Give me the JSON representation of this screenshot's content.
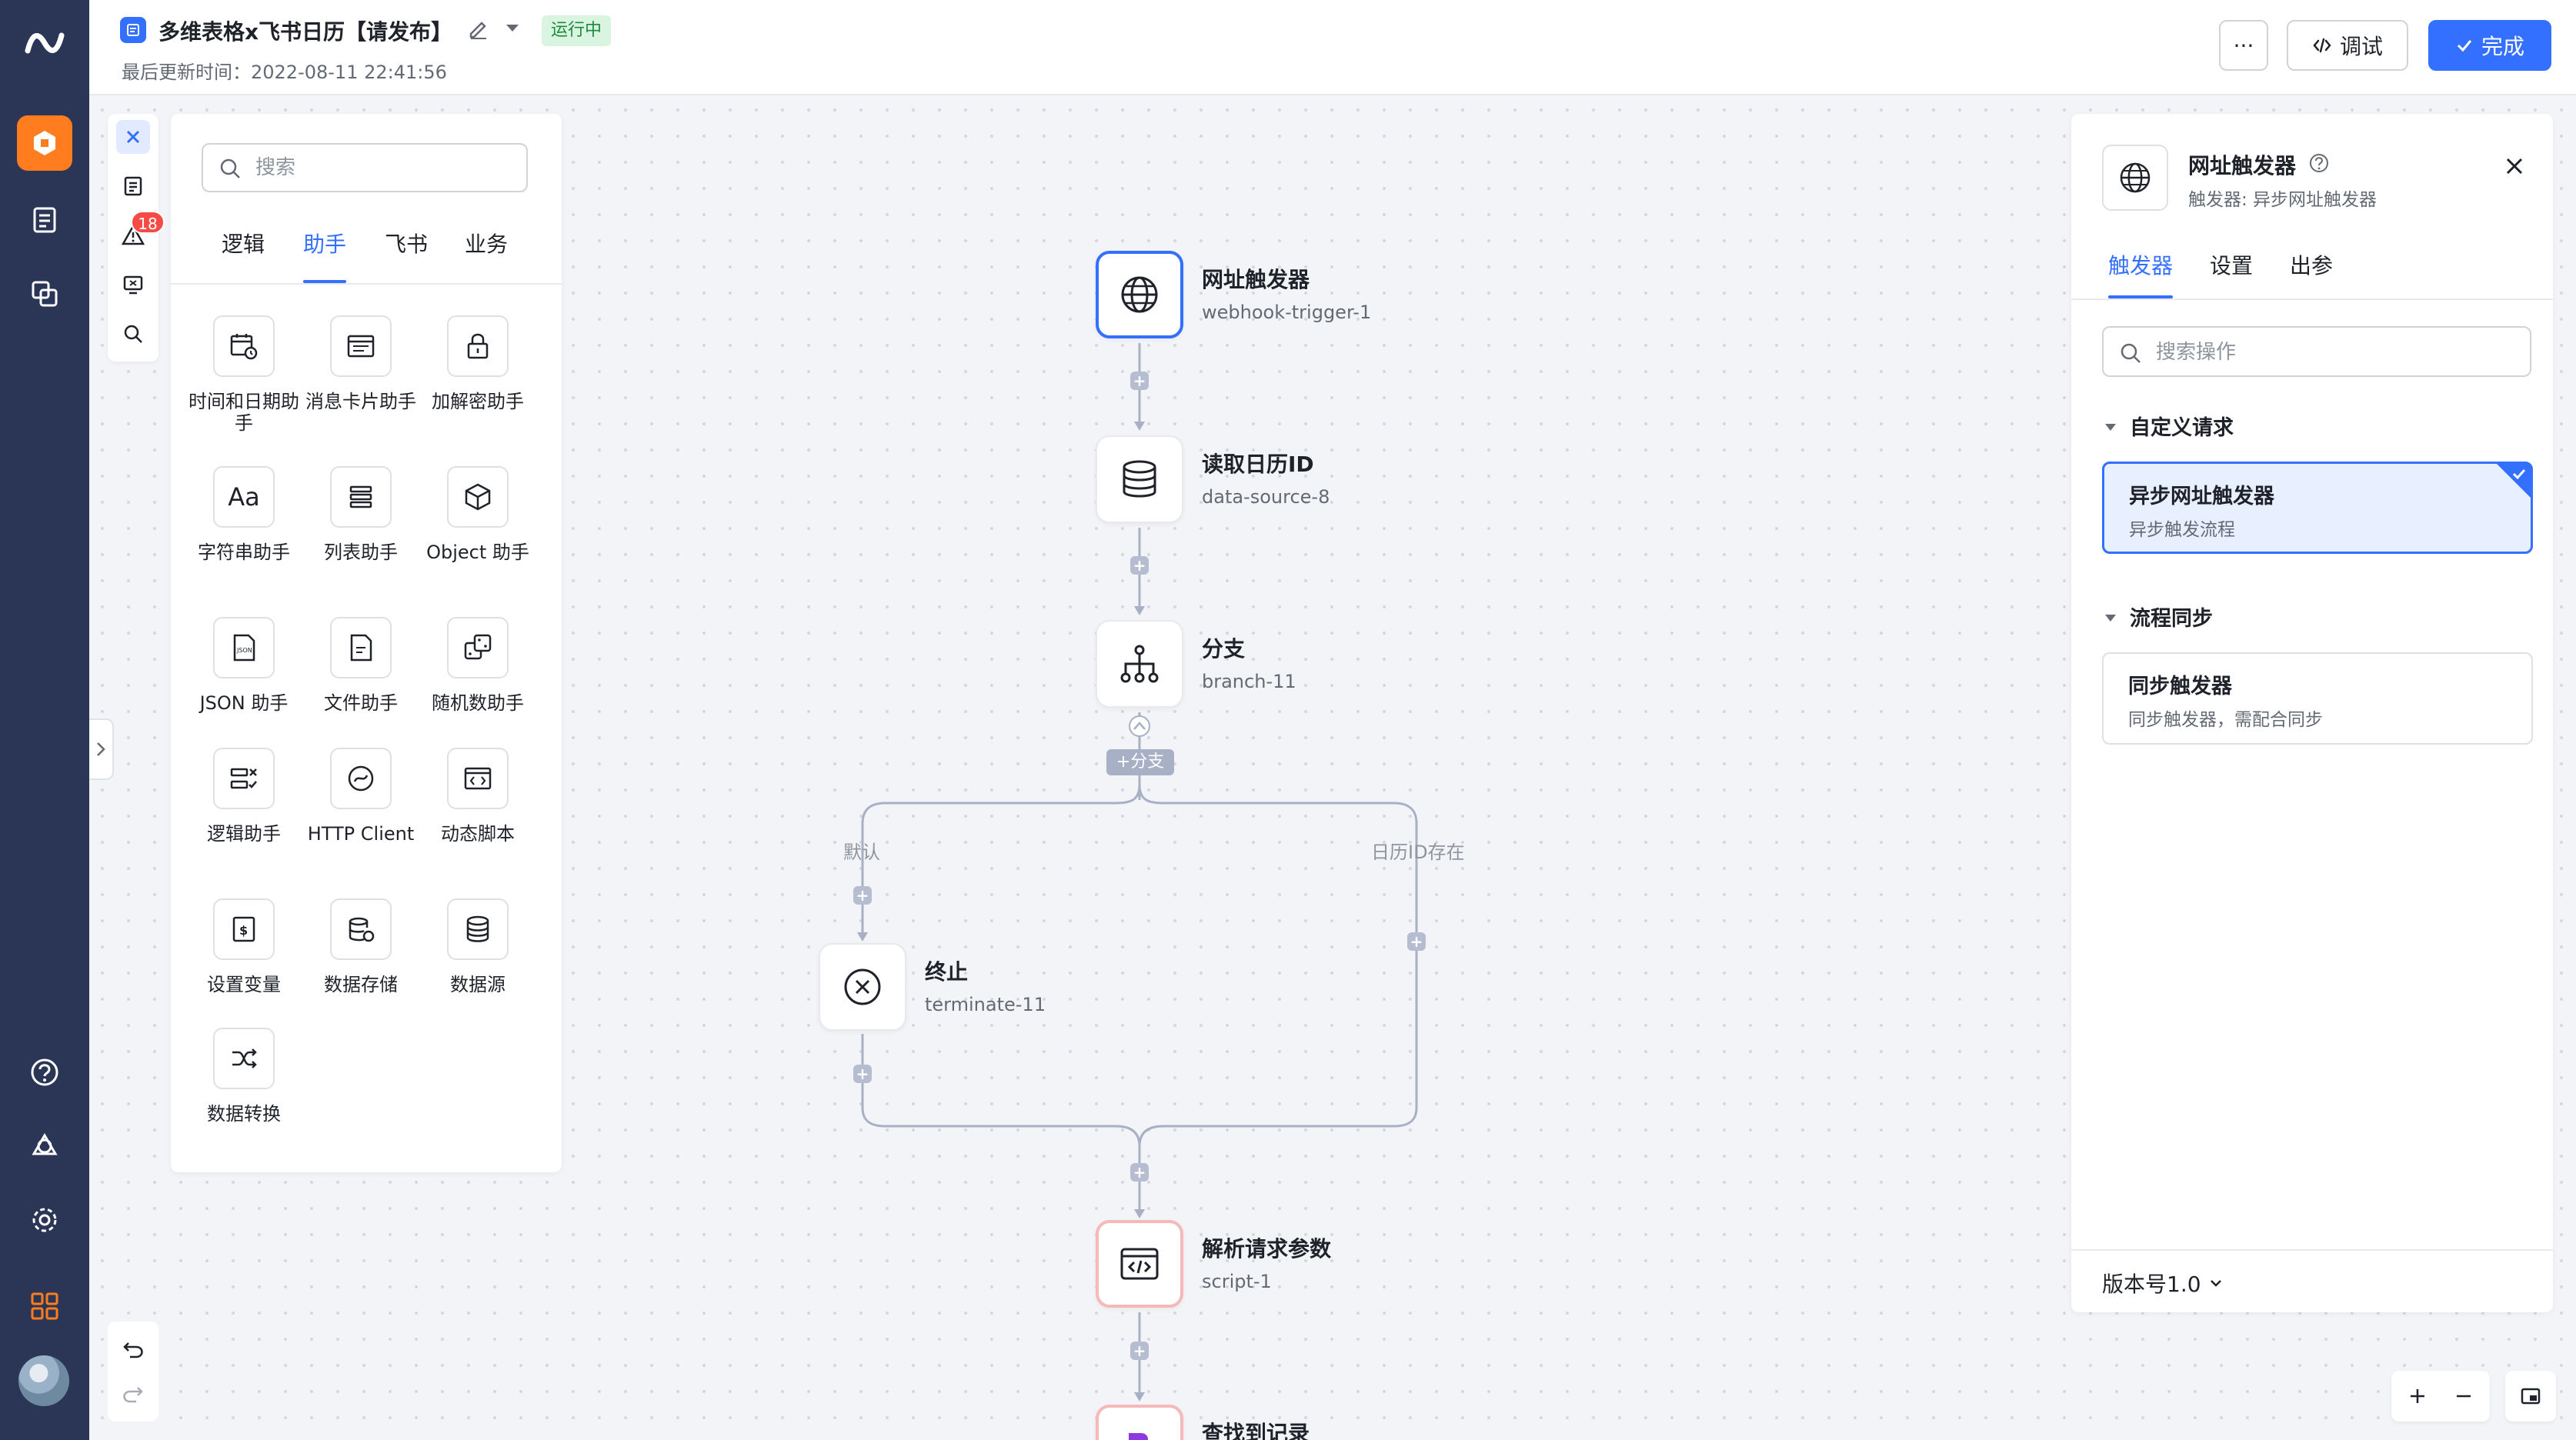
{
  "header": {
    "title": "多维表格x飞书日历【请发布】",
    "status": "运行中",
    "updated": "最后更新时间：2022-08-11 22:41:56",
    "more_label": "···",
    "debug_label": "调试",
    "done_label": "完成"
  },
  "toolbar": {
    "badge_count": "18"
  },
  "panel": {
    "search_placeholder": "搜索",
    "tabs": [
      "逻辑",
      "助手",
      "飞书",
      "业务"
    ],
    "active_tab": "助手",
    "components": [
      {
        "label": "时间和日期助手",
        "icon": "calendar-clock-icon"
      },
      {
        "label": "消息卡片助手",
        "icon": "message-card-icon"
      },
      {
        "label": "加解密助手",
        "icon": "lock-icon"
      },
      {
        "label": "字符串助手",
        "icon": "text-aa-icon"
      },
      {
        "label": "列表助手",
        "icon": "list-icon"
      },
      {
        "label": "Object 助手",
        "icon": "cube-icon"
      },
      {
        "label": "JSON 助手",
        "icon": "json-file-icon"
      },
      {
        "label": "文件助手",
        "icon": "file-icon"
      },
      {
        "label": "随机数助手",
        "icon": "dice-icon"
      },
      {
        "label": "逻辑助手",
        "icon": "logic-icon"
      },
      {
        "label": "HTTP Client",
        "icon": "http-icon"
      },
      {
        "label": "动态脚本",
        "icon": "script-icon"
      },
      {
        "label": "设置变量",
        "icon": "variable-icon"
      },
      {
        "label": "数据存储",
        "icon": "data-storage-icon"
      },
      {
        "label": "数据源",
        "icon": "database-icon"
      },
      {
        "label": "数据转换",
        "icon": "shuffle-icon"
      }
    ]
  },
  "flow": {
    "nodes": [
      {
        "name": "网址触发器",
        "id": "webhook-trigger-1",
        "icon": "globe-icon"
      },
      {
        "name": "读取日历ID",
        "id": "data-source-8",
        "icon": "database-icon"
      },
      {
        "name": "分支",
        "id": "branch-11",
        "icon": "branch-icon"
      },
      {
        "name": "终止",
        "id": "terminate-11",
        "icon": "close-circle-icon"
      },
      {
        "name": "解析请求参数",
        "id": "script-1",
        "icon": "script-icon"
      },
      {
        "name": "查找到记录",
        "id": "",
        "icon": "record-icon"
      }
    ],
    "branch_tag": "+分支",
    "branch_left_label": "默认",
    "branch_right_label": "日历ID存在"
  },
  "rpanel": {
    "title": "网址触发器",
    "subtitle": "触发器: 异步网址触发器",
    "tabs": [
      "触发器",
      "设置",
      "出参"
    ],
    "active_tab": "触发器",
    "search_placeholder": "搜索操作",
    "sections": [
      {
        "title": "自定义请求",
        "cards": [
          {
            "title": "异步网址触发器",
            "desc": "异步触发流程",
            "selected": true
          }
        ]
      },
      {
        "title": "流程同步",
        "cards": [
          {
            "title": "同步触发器",
            "desc": "同步触发器，需配合同步",
            "selected": false
          }
        ]
      }
    ],
    "version": "版本号1.0"
  },
  "colors": {
    "accent": "#3370ff",
    "nav_bg": "#2b3656",
    "nav_active": "#ff7d1f",
    "status_bg": "#d9f5e1",
    "status_text": "#1f8a3d",
    "error_badge": "#f54a45"
  }
}
